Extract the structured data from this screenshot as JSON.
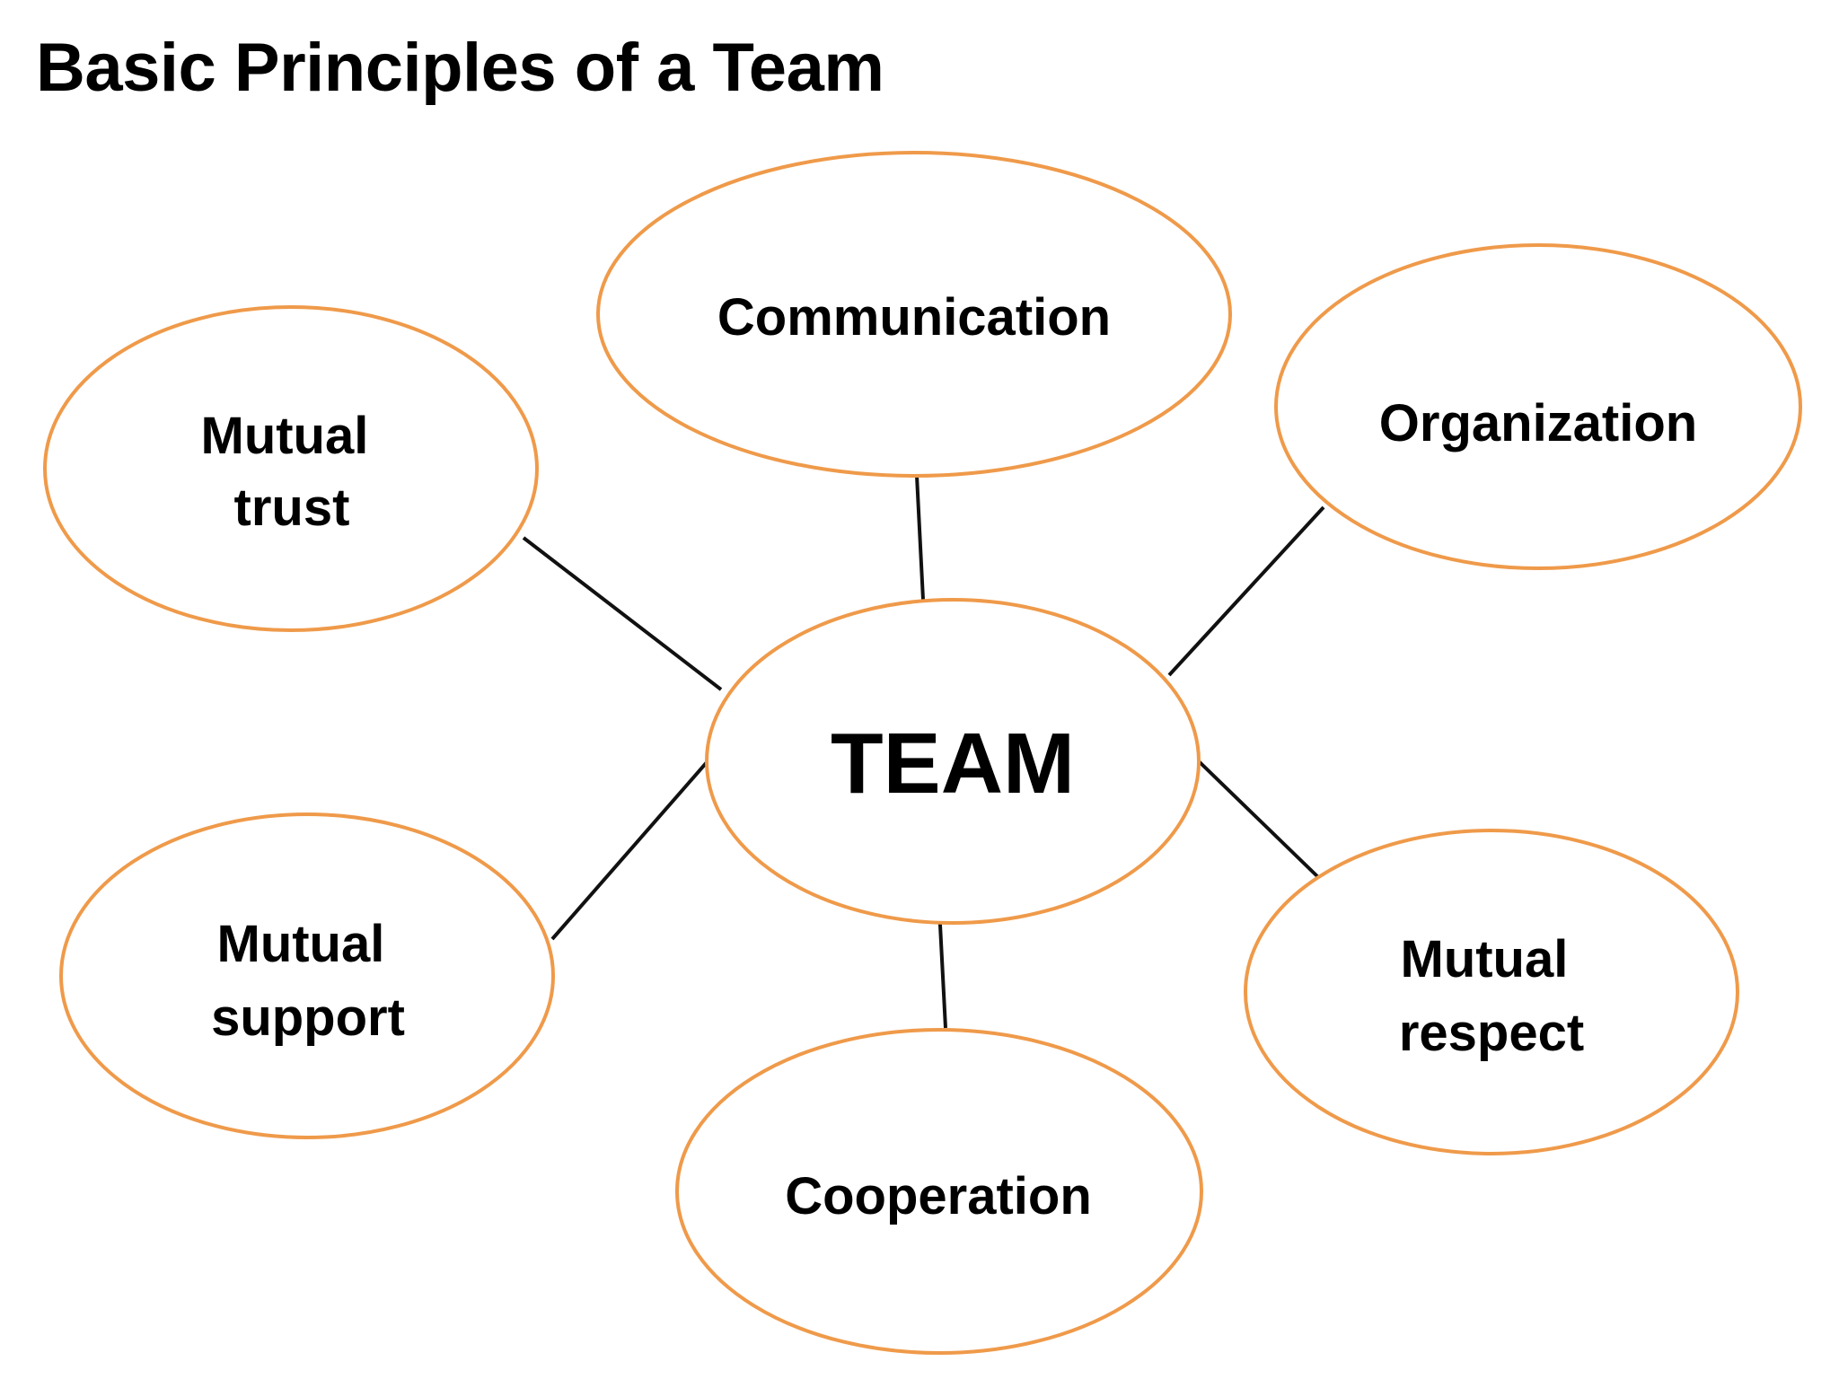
{
  "title": "Basic Principles of a Team",
  "colors": {
    "ellipse_stroke": "#ef9a4a",
    "connector": "#111111",
    "text": "#000000",
    "background": "#ffffff"
  },
  "center": {
    "label": "TEAM"
  },
  "nodes": {
    "communication": {
      "lines": [
        "Communication"
      ]
    },
    "organization": {
      "lines": [
        "Organization"
      ]
    },
    "mutual_trust": {
      "lines": [
        "Mutual",
        "trust"
      ]
    },
    "mutual_support": {
      "lines": [
        "Mutual",
        "support"
      ]
    },
    "mutual_respect": {
      "lines": [
        "Mutual",
        "respect"
      ]
    },
    "cooperation": {
      "lines": [
        "Cooperation"
      ]
    }
  }
}
